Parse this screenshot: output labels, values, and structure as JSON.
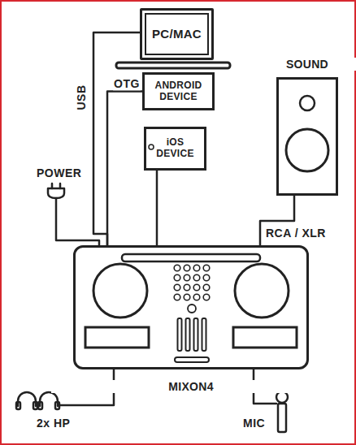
{
  "diagram": {
    "nodes": [
      {
        "text": [
          "PC/MAC"
        ]
      },
      {
        "text": [
          "SOUND"
        ]
      },
      {
        "text": [
          "ANDROID DEVICE"
        ]
      },
      {
        "text": [
          "iOS DEVICE"
        ]
      },
      {
        "text": [
          "MIXON4"
        ]
      }
    ],
    "edges": [
      {
        "from": 0,
        "to": 4,
        "arrow": "none",
        "label": "USB"
      },
      {
        "from": 2,
        "to": 4,
        "arrow": "none",
        "label": "OTG"
      },
      {
        "from": 3,
        "to": 4,
        "arrow": "none"
      },
      {
        "from": 1,
        "to": 4,
        "arrow": "none",
        "label": "RCA / XLR"
      }
    ],
    "labels": [
      "POWER",
      "2x HP",
      "MIC"
    ]
  }
}
